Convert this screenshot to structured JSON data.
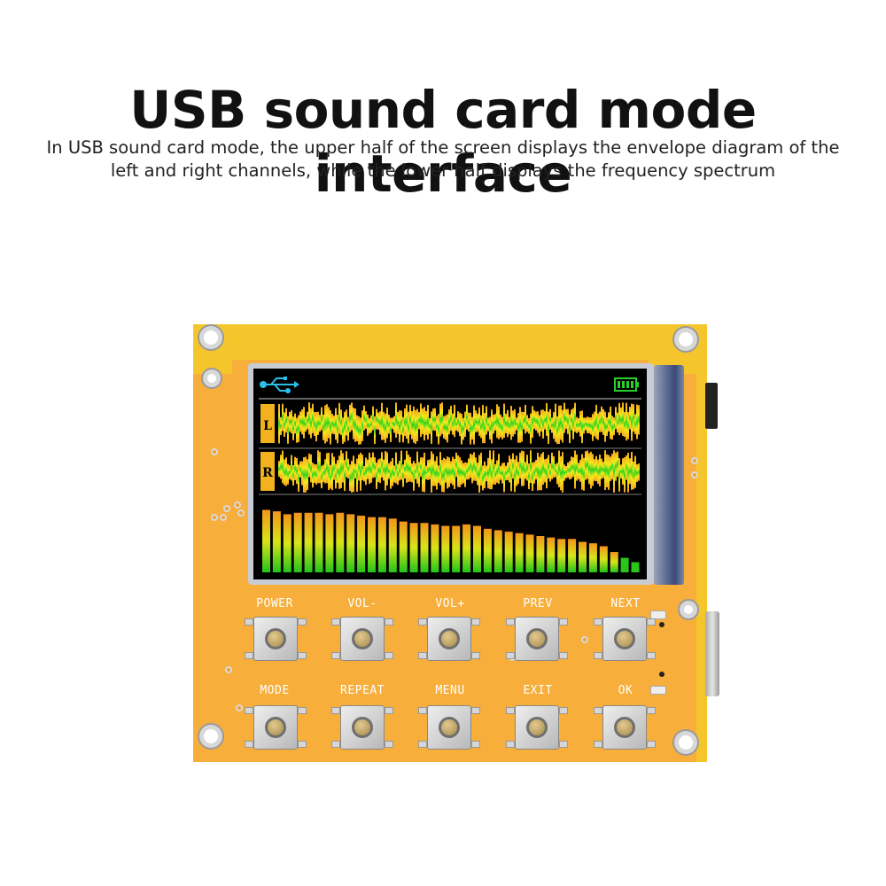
{
  "header": {
    "title": "USB sound card mode interface",
    "subtitle": "In USB sound card mode, the upper half of the screen displays the envelope diagram of the left and right channels, while the lower half displays the frequency spectrum"
  },
  "screen": {
    "status_icons": [
      "usb-icon",
      "battery-icon"
    ],
    "channels": [
      {
        "label": "L"
      },
      {
        "label": "R"
      }
    ],
    "spectrum_levels": [
      0.86,
      0.84,
      0.8,
      0.82,
      0.82,
      0.82,
      0.8,
      0.82,
      0.8,
      0.78,
      0.76,
      0.76,
      0.74,
      0.7,
      0.68,
      0.68,
      0.66,
      0.64,
      0.64,
      0.66,
      0.64,
      0.6,
      0.58,
      0.56,
      0.54,
      0.52,
      0.5,
      0.48,
      0.46,
      0.46,
      0.42,
      0.4,
      0.36,
      0.28,
      0.2,
      0.14
    ],
    "colors": {
      "wave_edge": "#f2a51d",
      "wave_mid": "#f5e81c",
      "wave_core": "#33d41c",
      "usb": "#2ac0e8",
      "battery": "#2ad02a"
    }
  },
  "buttons": {
    "row1": [
      "POWER",
      "VOL-",
      "VOL+",
      "PREV",
      "NEXT"
    ],
    "row2": [
      "MODE",
      "REPEAT",
      "MENU",
      "EXIT",
      "OK"
    ]
  },
  "colors": {
    "pcb_yellow": "#f5c62c",
    "pcb_orange": "#f7ae3a"
  }
}
